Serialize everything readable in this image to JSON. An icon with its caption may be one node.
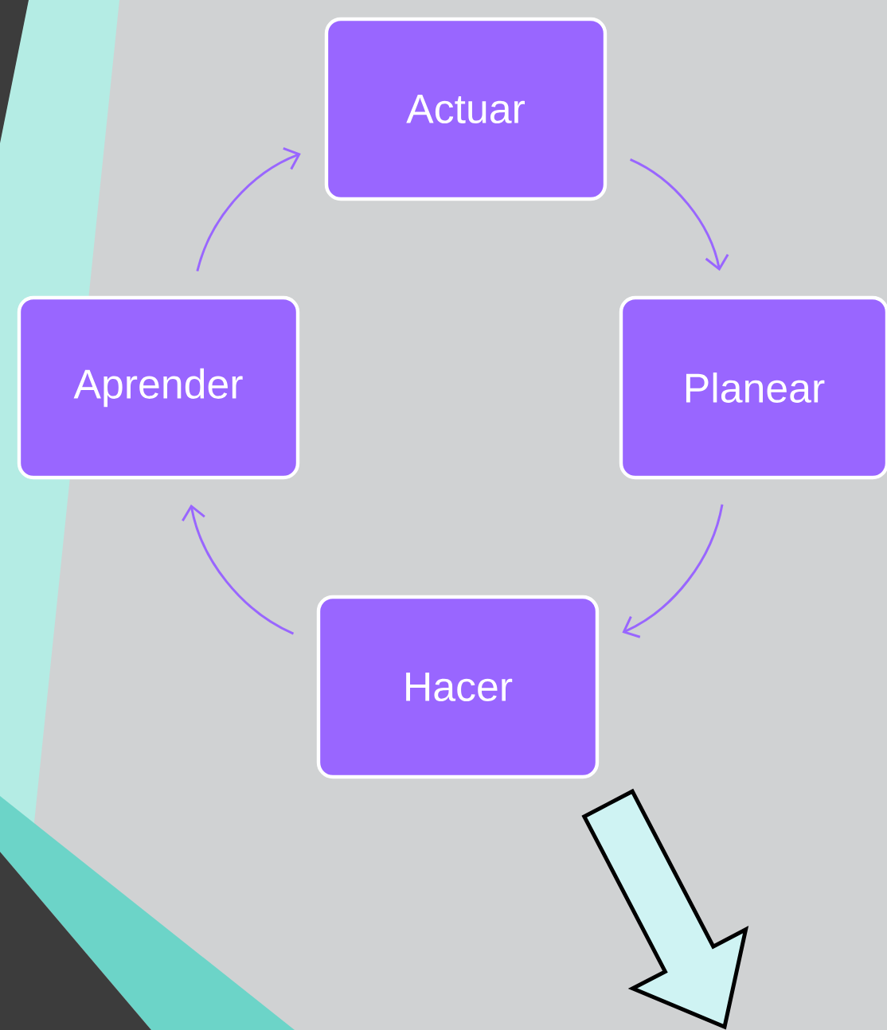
{
  "diagram": {
    "nodes": [
      {
        "text": [
          "Actuar"
        ]
      },
      {
        "text": [
          "Planear"
        ]
      },
      {
        "text": [
          "Hacer"
        ]
      },
      {
        "text": [
          "Aprender"
        ]
      }
    ],
    "edges": [
      {
        "from": 0,
        "to": 1,
        "arrow": "to"
      },
      {
        "from": 1,
        "to": 2,
        "arrow": "to"
      },
      {
        "from": 2,
        "to": 3,
        "arrow": "to"
      },
      {
        "from": 3,
        "to": 0,
        "arrow": "to"
      },
      {
        "from": 2,
        "to": null,
        "arrow": "to",
        "color": "#cff3f3"
      }
    ]
  }
}
